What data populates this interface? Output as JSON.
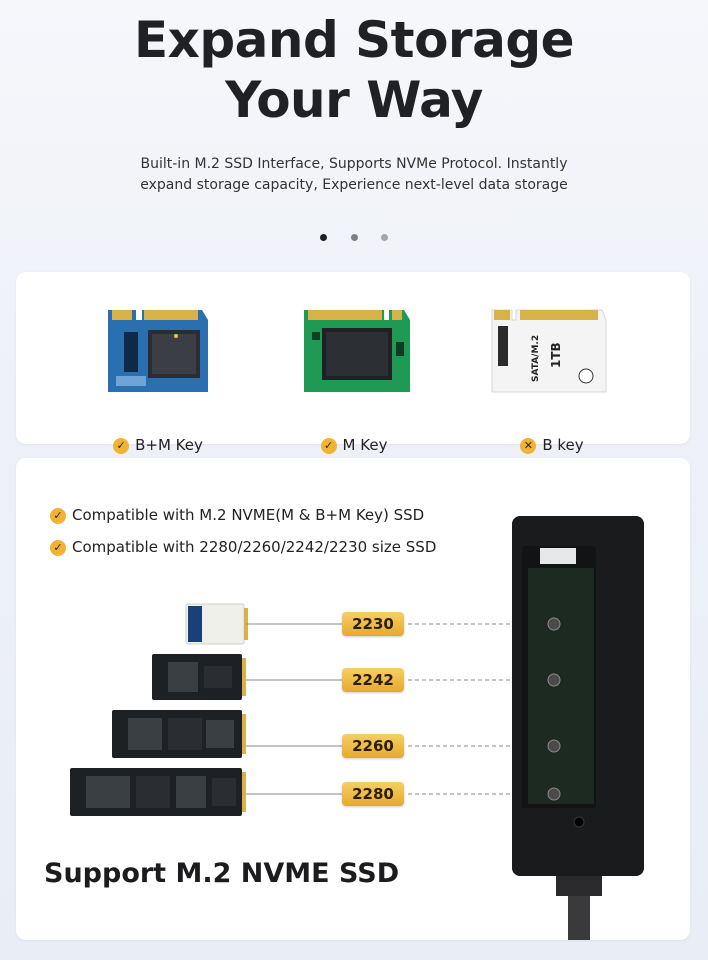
{
  "hero": {
    "title_line1": "Expand Storage",
    "title_line2": "Your Way",
    "subtitle_line1": "Built-in M.2 SSD Interface, Supports NVMe Protocol. Instantly",
    "subtitle_line2": "expand storage capacity, Experience next-level data storage"
  },
  "carousel": {
    "dots": 3,
    "active": 0
  },
  "keys": [
    {
      "label": "B+M Key",
      "supported": true
    },
    {
      "label": "M Key",
      "supported": true
    },
    {
      "label": "B key",
      "supported": false
    }
  ],
  "key_card_b_text": {
    "left": "SATA/M.2",
    "right": "1TB"
  },
  "features": [
    "Compatible with M.2 NVME(M & B+M Key) SSD",
    "Compatible with 2280/2260/2242/2230 size SSD"
  ],
  "sizes": [
    "2230",
    "2242",
    "2260",
    "2280"
  ],
  "bottom_title": "Support M.2 NVME SSD",
  "colors": {
    "accent": "#f2b233",
    "pcb_blue": "#2a6fb0",
    "pcb_green": "#1f9a55",
    "enclosure": "#1a1b1d"
  }
}
